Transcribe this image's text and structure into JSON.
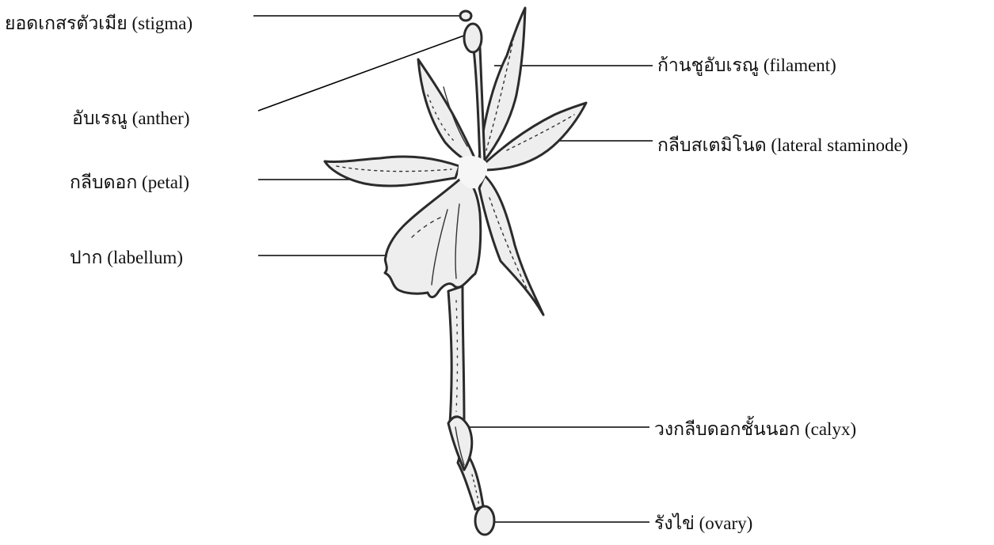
{
  "labels": {
    "stigma": "ยอดเกสรตัวเมีย (stigma)",
    "anther": "อับเรณู (anther)",
    "petal": "กลีบดอก (petal)",
    "labellum": "ปาก (labellum)",
    "filament": "ก้านชูอับเรณู (filament)",
    "lateral_staminode": "กลีบสเตมิโนด (lateral staminode)",
    "calyx": "วงกลีบดอกชั้นนอก (calyx)",
    "ovary": "รังไข่ (ovary)"
  },
  "colors": {
    "outline": "#2b2b2b",
    "petal_fill": "#eeeeee",
    "leader_line": "#000000"
  }
}
